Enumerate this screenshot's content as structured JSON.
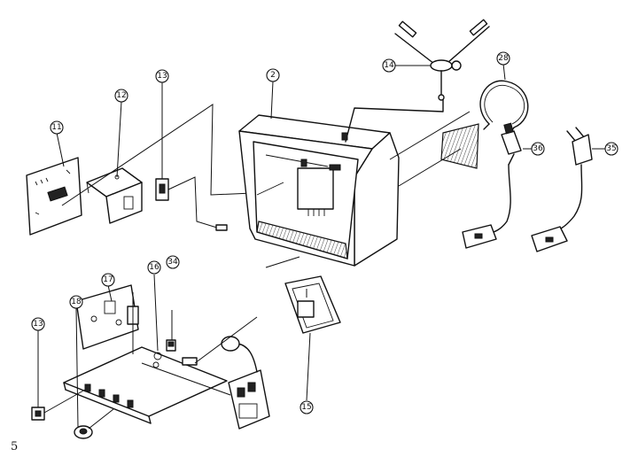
{
  "callouts": [
    {
      "id": "c11",
      "label": "11"
    },
    {
      "id": "c12",
      "label": "12"
    },
    {
      "id": "c13a",
      "label": "13"
    },
    {
      "id": "c2",
      "label": "2"
    },
    {
      "id": "c14",
      "label": "14"
    },
    {
      "id": "c28",
      "label": "28"
    },
    {
      "id": "c36",
      "label": "36"
    },
    {
      "id": "c35",
      "label": "35"
    },
    {
      "id": "c17",
      "label": "17"
    },
    {
      "id": "c18",
      "label": "18"
    },
    {
      "id": "c16",
      "label": "16"
    },
    {
      "id": "c34",
      "label": "34"
    },
    {
      "id": "c13b",
      "label": "13"
    },
    {
      "id": "c15",
      "label": "15"
    }
  ],
  "page_number": "5"
}
